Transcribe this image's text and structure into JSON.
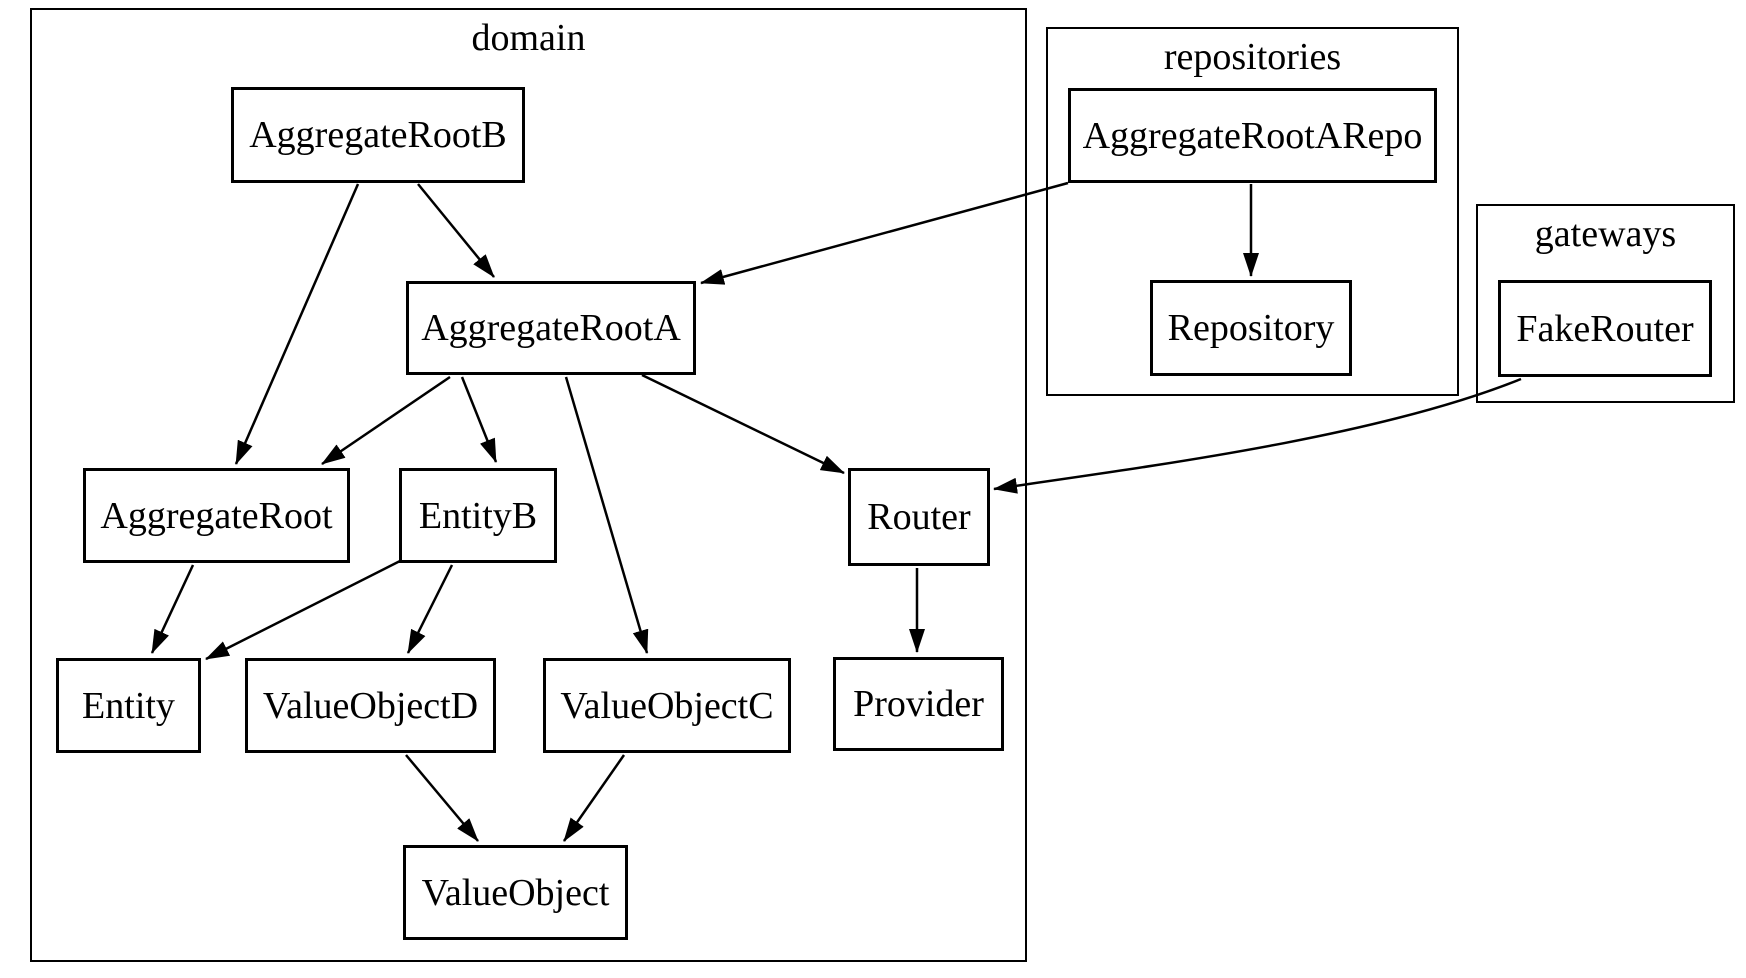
{
  "diagram": {
    "type": "dependency-graph",
    "colors": {
      "stroke": "#000000",
      "background": "#ffffff",
      "text": "#000000"
    },
    "clusters": [
      {
        "id": "domain",
        "label": "domain"
      },
      {
        "id": "repositories",
        "label": "repositories"
      },
      {
        "id": "gateways",
        "label": "gateways"
      }
    ],
    "nodes": [
      {
        "id": "AggregateRootB",
        "label": "AggregateRootB",
        "cluster": "domain"
      },
      {
        "id": "AggregateRootA",
        "label": "AggregateRootA",
        "cluster": "domain"
      },
      {
        "id": "AggregateRoot",
        "label": "AggregateRoot",
        "cluster": "domain"
      },
      {
        "id": "EntityB",
        "label": "EntityB",
        "cluster": "domain"
      },
      {
        "id": "Router",
        "label": "Router",
        "cluster": "domain"
      },
      {
        "id": "Entity",
        "label": "Entity",
        "cluster": "domain"
      },
      {
        "id": "ValueObjectD",
        "label": "ValueObjectD",
        "cluster": "domain"
      },
      {
        "id": "ValueObjectC",
        "label": "ValueObjectC",
        "cluster": "domain"
      },
      {
        "id": "Provider",
        "label": "Provider",
        "cluster": "domain"
      },
      {
        "id": "ValueObject",
        "label": "ValueObject",
        "cluster": "domain"
      },
      {
        "id": "AggregateRootARepo",
        "label": "AggregateRootARepo",
        "cluster": "repositories"
      },
      {
        "id": "Repository",
        "label": "Repository",
        "cluster": "repositories"
      },
      {
        "id": "FakeRouter",
        "label": "FakeRouter",
        "cluster": "gateways"
      }
    ],
    "edges": [
      {
        "from": "AggregateRootB",
        "to": "AggregateRootA"
      },
      {
        "from": "AggregateRootB",
        "to": "AggregateRoot"
      },
      {
        "from": "AggregateRootARepo",
        "to": "AggregateRootA"
      },
      {
        "from": "AggregateRootARepo",
        "to": "Repository"
      },
      {
        "from": "AggregateRootA",
        "to": "AggregateRoot"
      },
      {
        "from": "AggregateRootA",
        "to": "EntityB"
      },
      {
        "from": "AggregateRootA",
        "to": "ValueObjectC"
      },
      {
        "from": "AggregateRootA",
        "to": "Router"
      },
      {
        "from": "AggregateRoot",
        "to": "Entity"
      },
      {
        "from": "EntityB",
        "to": "Entity"
      },
      {
        "from": "EntityB",
        "to": "ValueObjectD"
      },
      {
        "from": "ValueObjectD",
        "to": "ValueObject"
      },
      {
        "from": "ValueObjectC",
        "to": "ValueObject"
      },
      {
        "from": "Router",
        "to": "Provider"
      },
      {
        "from": "FakeRouter",
        "to": "Router"
      }
    ]
  }
}
